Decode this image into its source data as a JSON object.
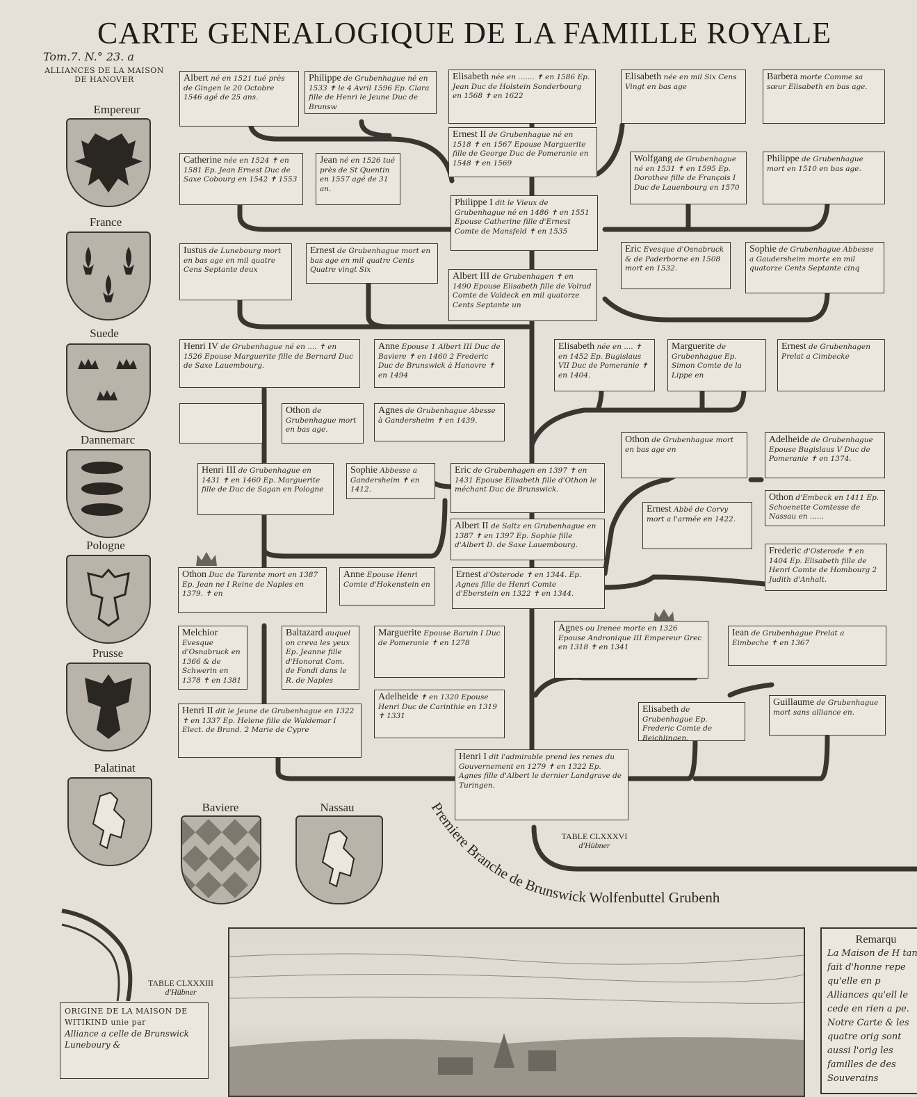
{
  "title": "CARTE GENEALOGIQUE DE LA FAMILLE ROYALE",
  "tom_ref": "Tom.7. N.° 23. a",
  "alliances_heading": "ALLIANCES DE LA MAISON DE HANOVER",
  "arms": [
    {
      "label": "Empereur",
      "icon": "double-headed-eagle-icon"
    },
    {
      "label": "France",
      "icon": "fleur-de-lis-icon"
    },
    {
      "label": "Suede",
      "icon": "three-crowns-icon"
    },
    {
      "label": "Dannemarc",
      "icon": "three-lions-icon"
    },
    {
      "label": "Pologne",
      "icon": "white-eagle-icon"
    },
    {
      "label": "Prusse",
      "icon": "black-eagle-icon"
    },
    {
      "label": "Palatinat",
      "icon": "lion-rampant-icon"
    },
    {
      "label": "Baviere",
      "icon": "lozenges-icon"
    },
    {
      "label": "Nassau",
      "icon": "nassau-lion-icon"
    }
  ],
  "colors": {
    "paper": "#e6e1d8",
    "ink": "#2a2622",
    "box": "#ece7de"
  },
  "nodes": [
    {
      "name": "Albert",
      "desc": "né en 1521 tué près de Gingen le 20 Octobre 1546 agé de 25 ans."
    },
    {
      "name": "Philippe",
      "desc": "de Grubenhague né en 1533 ✝ le 4 Avril 1596 Ep. Clara fille de Henri le Jeune Duc de Brunsw"
    },
    {
      "name": "Elisabeth",
      "desc": "née en ....... ✝ en 1586 Ep. Jean Duc de Holstein Sonderbourg en 1568 ✝ en 1622"
    },
    {
      "name": "Elisabeth",
      "desc": "née en mil Six Cens Vingt en bas age"
    },
    {
      "name": "Barbera",
      "desc": "morte Comme sa sœur Elisabeth en bas age."
    },
    {
      "name": "Ernest II",
      "desc": "de Grubenhague né en 1518 ✝ en 1567 Epouse Marguerite fille de George Duc de Pomeranie en 1548 ✝ en 1569"
    },
    {
      "name": "Catherine",
      "desc": "née en 1524 ✝ en 1581 Ep. Jean Ernest Duc de Saxe Cobourg en 1542 ✝ 1553"
    },
    {
      "name": "Jean",
      "desc": "né en 1526 tué près de St Quentin en 1557 agé de 31 an."
    },
    {
      "name": "Wolfgang",
      "desc": "de Grubenhague né en 1531 ✝ en 1595 Ep. Dorothee fille de François I Duc de Lauenbourg en 1570"
    },
    {
      "name": "Philippe",
      "desc": "de Grubenhague mort en 1510 en bas age."
    },
    {
      "name": "Philippe I",
      "desc": "dit le Vieux de Grubenhague né en 1486 ✝ en 1551 Epouse Catherine fille d'Ernest Comte de Mansfeld ✝ en 1535"
    },
    {
      "name": "Iustus",
      "desc": "de Lunebourg mort en bas age en mil quatre Cens Septante deux"
    },
    {
      "name": "Ernest",
      "desc": "de Grubenhague mort en bas age en mil quatre Cents Quatre vingt Six"
    },
    {
      "name": "Albert III",
      "desc": "de Grubenhagen ✝ en 1490 Epouse Elisabeth fille de Volrad Comte de Valdeck en mil quatorze Cents Septante un"
    },
    {
      "name": "Eric",
      "desc": "Evesque d'Osnabruck & de Paderborne en 1508 mort en 1532."
    },
    {
      "name": "Sophie",
      "desc": "de Grubenhague Abbesse a Gaudersheim morte en mil quatorze Cents Septante cinq"
    },
    {
      "name": "Henri IV",
      "desc": "de Grubenhague né en .... ✝ en 1526 Epouse Marguerite fille de Bernard Duc de Saxe Lauembourg."
    },
    {
      "name": "Anne",
      "desc": "Epouse 1 Albert III Duc de Baviere ✝ en 1460 2 Frederic Duc de Brunswick à Hanovre ✝ en 1494"
    },
    {
      "name": "Elisabeth",
      "desc": "née en .... ✝ en 1452 Ep. Bugislaus VII Duc de Pomeranie ✝ en 1404."
    },
    {
      "name": "Marguerite",
      "desc": "de Grubenhague Ep. Simon Comte de la Lippe en"
    },
    {
      "name": "Ernest",
      "desc": "de Grubenhagen Prelat a Cimbecke"
    },
    {
      "name": "",
      "desc": ""
    },
    {
      "name": "Othon",
      "desc": "de Grubenhague mort en bas age."
    },
    {
      "name": "Agnes",
      "desc": "de Grubenhague Abesse à Gandersheim ✝ en 1439."
    },
    {
      "name": "Othon",
      "desc": "de Grubenhague mort en bas age en"
    },
    {
      "name": "Adelheide",
      "desc": "de Grubenhague Epouse Bugislaus V Duc de Pomeranie ✝ en 1374."
    },
    {
      "name": "Henri III",
      "desc": "de Grubenhague en 1431 ✝ en 1460 Ep. Marguerite fille de Duc de Sagan en Pologne"
    },
    {
      "name": "Sophie",
      "desc": "Abbesse a Gandersheim ✝ en 1412."
    },
    {
      "name": "Eric",
      "desc": "de Grubenhagen en 1397 ✝ en 1431 Epouse Elisabeth fille d'Othon le méchant Duc de Brunswick."
    },
    {
      "name": "Othon",
      "desc": "d'Embeck en 1411 Ep. Schoenette Comtesse de Nassau en ......"
    },
    {
      "name": "Ernest",
      "desc": "Abbé de Corvy mort a l'armée en 1422."
    },
    {
      "name": "Albert II",
      "desc": "de Saltz en Grubenhague en 1387 ✝ en 1397 Ep. Sophie fille d'Albert D. de Saxe Lauembourg."
    },
    {
      "name": "Frederic",
      "desc": "d'Osterode ✝ en 1404 Ep. Elisabeth fille de Henri Comte de Hombourg 2 Judith d'Anhalt."
    },
    {
      "name": "Othon",
      "desc": "Duc de Tarente mort en 1387 Ep. Jean ne I Reine de Naples en 1379. ✝ en"
    },
    {
      "name": "Anne",
      "desc": "Epouse Henri Comte d'Hokenstein en"
    },
    {
      "name": "Ernest",
      "desc": "d'Osterode ✝ en 1344. Ep. Agnes fille de Henri Comte d'Eberstein en 1322 ✝ en 1344."
    },
    {
      "name": "Agnes",
      "desc": "ou Irenee morte en 1326 Epouse Andronique III Empereur Grec en 1318 ✝ en 1341"
    },
    {
      "name": "Iean",
      "desc": "de Grubenhague Prelat a Eimbeche ✝ en 1367"
    },
    {
      "name": "Melchior",
      "desc": "Evesque d'Osnabruck en 1366 & de Schwerin en 1378 ✝ en 1381"
    },
    {
      "name": "Baltazard",
      "desc": "auquel on creva les yeux Ep. Jeanne fille d'Honorat Com. de Fondi dans le R. de Naples"
    },
    {
      "name": "Marguerite",
      "desc": "Epouse Baruin I Duc de Pomeranie ✝ en 1278"
    },
    {
      "name": "Adelheide",
      "desc": "✝ en 1320 Epouse Henri Duc de Carinthie en 1319 ✝ 1331"
    },
    {
      "name": "Elisabeth",
      "desc": "de Grubenhague Ep. Frederic Comte de Beichlingen."
    },
    {
      "name": "Guillaume",
      "desc": "de Grubenhague mort sans alliance en."
    },
    {
      "name": "Henri II",
      "desc": "dit le Jeune de Grubenhague en 1322 ✝ en 1337 Ep. Helene fille de Waldemar I Elect. de Brand. 2 Marie de Cypre"
    },
    {
      "name": "Henri I",
      "desc": "dit l'admirable prend les renes du Gouvernement en 1279 ✝ en 1322 Ep. Agnes fille d'Albert le dernier Landgrave de Turingen."
    }
  ],
  "tables": {
    "t186": {
      "title": "TABLE CLXXXVI",
      "sub": "d'Hübner"
    },
    "t183": {
      "title": "TABLE CLXXXIII",
      "sub": "d'Hübner"
    }
  },
  "branch_caption": "Premiere Branche de Brunswick Wolfenbuttel Grubenh",
  "origine": {
    "caption": "ORIGINE DE LA MAISON DE WITIKIND unie par",
    "body": "Alliance a celle de Brunswick Luneboury &"
  },
  "remarks": {
    "title": "Remarqu",
    "body": "La Maison de H tant fait d'honne repe qu'elle en p Alliances qu'ell le cede en rien a pe. Notre Carte & les quatre orig sont aussi l'orig les familles de des Souverains"
  }
}
